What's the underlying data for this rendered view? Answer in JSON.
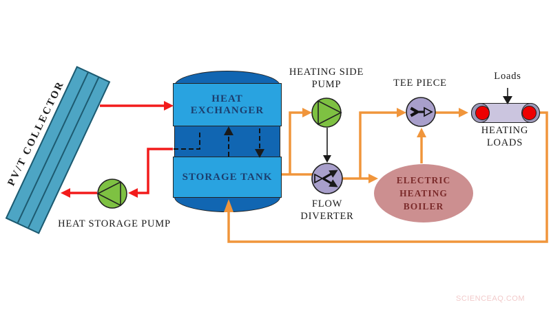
{
  "colors": {
    "canvas-bg": "#ffffff",
    "light-blue": "#29a3e0",
    "dark-blue": "#1166b2",
    "collector-fill": "#4da5c4",
    "collector-edge": "#1d5a70",
    "pump-green": "#7ec142",
    "valve-purple": "#a89fcb",
    "boiler-pink": "#cc8f90",
    "boiler-text": "#7b2b2b",
    "loads-body": "#cbc5df",
    "loads-end": "#9d99b9",
    "loads-red": "#ee0000",
    "pipe-red": "#f21b1b",
    "pipe-orange": "#f0953b",
    "tank-text": "#1c3e6e",
    "label-text": "#1a1a1a",
    "outline": "#222222",
    "watermark-pink": "#f2caca"
  },
  "collector": {
    "label": "PV/T COLLECTOR"
  },
  "tank": {
    "heat_exchanger_line1": "HEAT",
    "heat_exchanger_line2": "EXCHANGER",
    "storage_tank": "STORAGE TANK"
  },
  "heat_storage_pump": {
    "label": "HEAT STORAGE PUMP"
  },
  "heating_side_pump": {
    "line1": "HEATING SIDE",
    "line2": "PUMP"
  },
  "flow_diverter": {
    "line1": "FLOW",
    "line2": "DIVERTER"
  },
  "tee_piece": {
    "label": "TEE PIECE"
  },
  "boiler": {
    "line1": "ELECTRIC",
    "line2": "HEATING",
    "line3": "BOILER"
  },
  "heating_loads": {
    "loads": "Loads",
    "line1": "HEATING",
    "line2": "LOADS"
  },
  "watermark": "SCIENCEAQ.COM"
}
